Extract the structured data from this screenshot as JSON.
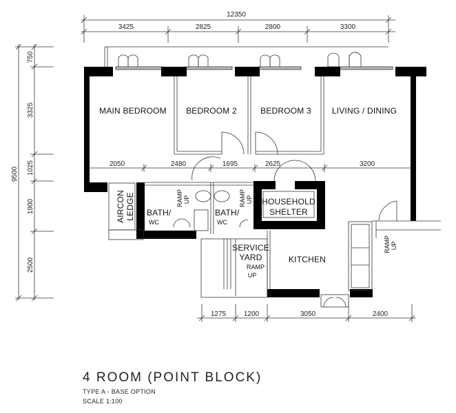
{
  "plan": {
    "title": "4 ROOM (POINT BLOCK)",
    "type": "TYPE A - BASE OPTION",
    "scale": "SCALE 1:100"
  },
  "dimensions": {
    "top_total": "12350",
    "top": [
      "3425",
      "2825",
      "2800",
      "3300"
    ],
    "left_total": "9500",
    "left": [
      "750",
      "3325",
      "1025",
      "1900",
      "2500"
    ],
    "inner": [
      "2050",
      "2480",
      "1695",
      "2625",
      "3200"
    ],
    "bottom": [
      "1275",
      "1200",
      "3050",
      "2400"
    ]
  },
  "rooms": {
    "main_bedroom": "MAIN BEDROOM",
    "bedroom2": "BEDROOM 2",
    "bedroom3": "BEDROOM 3",
    "living": "LIVING / DINING",
    "household_shelter_1": "HOUSEHOLD",
    "household_shelter_2": "SHELTER",
    "kitchen": "KITCHEN",
    "service_yard_1": "SERVICE",
    "service_yard_2": "YARD",
    "aircon_1": "AIRCON",
    "aircon_2": "LEDGE",
    "bath1_1": "BATH/",
    "bath1_2": "WC",
    "bath2_1": "BATH/",
    "bath2_2": "WC"
  },
  "annotations": {
    "ramp": "RAMP",
    "up": "UP"
  },
  "colors": {
    "wall": "#000000",
    "line": "#333333",
    "background": "#ffffff"
  }
}
